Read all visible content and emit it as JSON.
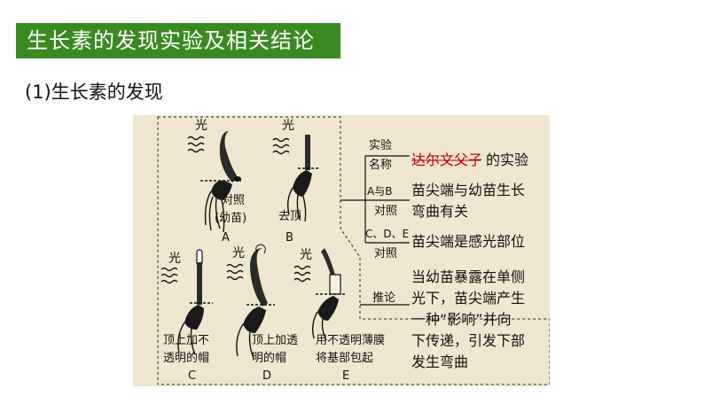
{
  "header": {
    "title": "生长素的发现实验及相关结论"
  },
  "section": {
    "heading": "(1)生长素的发现"
  },
  "figure": {
    "light_label": "光",
    "experiments": {
      "A": {
        "letter": "A",
        "caption_1": "对照",
        "caption_2": "(幼苗)"
      },
      "B": {
        "letter": "B",
        "caption_1": "去顶"
      },
      "C": {
        "letter": "C",
        "caption_1": "顶上加不",
        "caption_2": "透明的帽"
      },
      "D": {
        "letter": "D",
        "caption_1": "顶上加透",
        "caption_2": "明的帽"
      },
      "E": {
        "letter": "E",
        "caption_1": "用不透明薄膜",
        "caption_2": "将基部包起"
      }
    }
  },
  "summary": {
    "experiment_name": {
      "label_1": "实验",
      "label_2": "名称",
      "scientist": "达尔文父子",
      "suffix": "的实验"
    },
    "comparison_ab": {
      "label_1": "A与B",
      "label_2": "对照",
      "conclusion_1": "苗尖端与幼苗生长",
      "conclusion_2": "弯曲有关"
    },
    "comparison_cde": {
      "label_1": "C、D、E",
      "label_2": "对照",
      "conclusion": "苗尖端是感光部位"
    },
    "inference": {
      "label": "推论",
      "lines": [
        "当幼苗暴露在单侧",
        "光下，苗尖端产生",
        "一种“影响”并向",
        "下传递，引发下部",
        "发生弯曲"
      ]
    }
  },
  "colors": {
    "title_bg": "#3a8a22",
    "panel_bg": "#efe7cf",
    "highlight": "#c00000"
  }
}
